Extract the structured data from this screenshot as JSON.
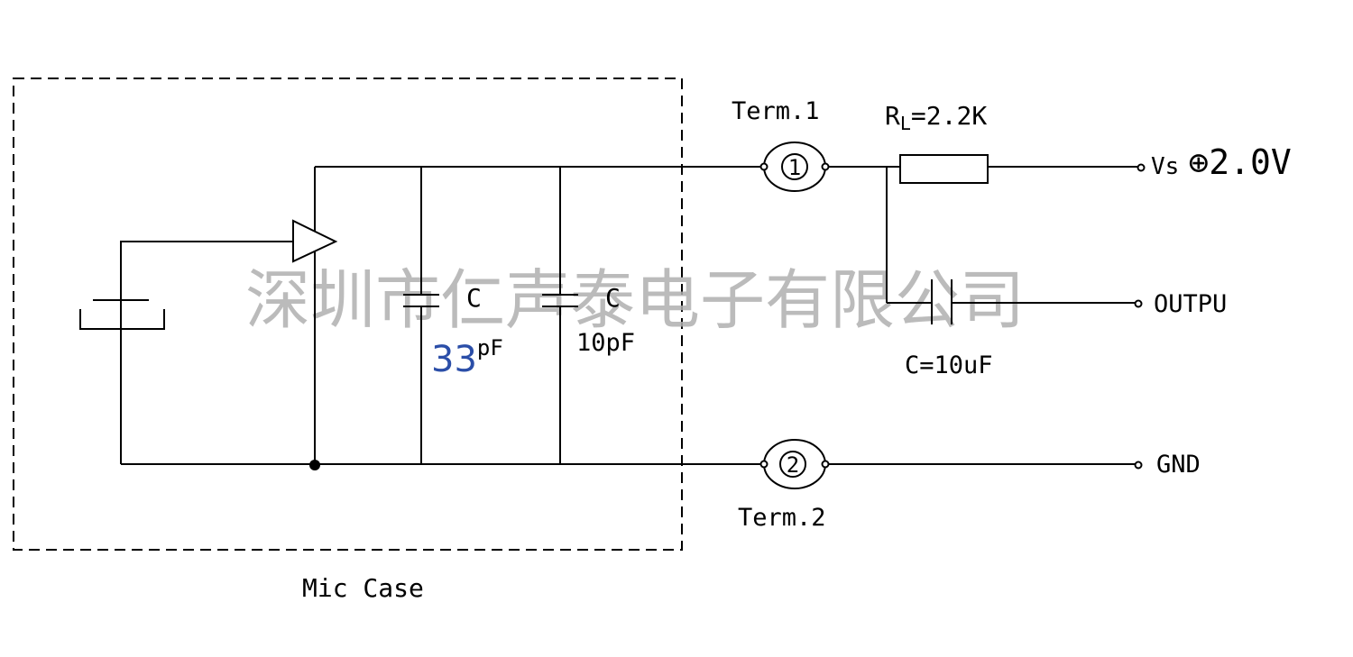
{
  "labels": {
    "term1": "Term.1",
    "term2": "Term.2",
    "term1_num": "1",
    "term2_num": "2",
    "rl": "R",
    "rl_sub": "L",
    "rl_value": "=2.2K",
    "vs": "Vs",
    "vs_value": "⊕2.0V",
    "output": "OUTPU",
    "gnd": "GND",
    "c_out": "C=10uF",
    "c1_name": "C",
    "c1_value": "33",
    "c1_unit": "pF",
    "c2_name": "C",
    "c2_value": "10pF",
    "case": "Mic Case"
  },
  "watermark": "深圳市仁声泰电子有限公司",
  "colors": {
    "line": "#000000",
    "highlight": "#2b4ea8",
    "watermark": "#b0b0b0"
  }
}
